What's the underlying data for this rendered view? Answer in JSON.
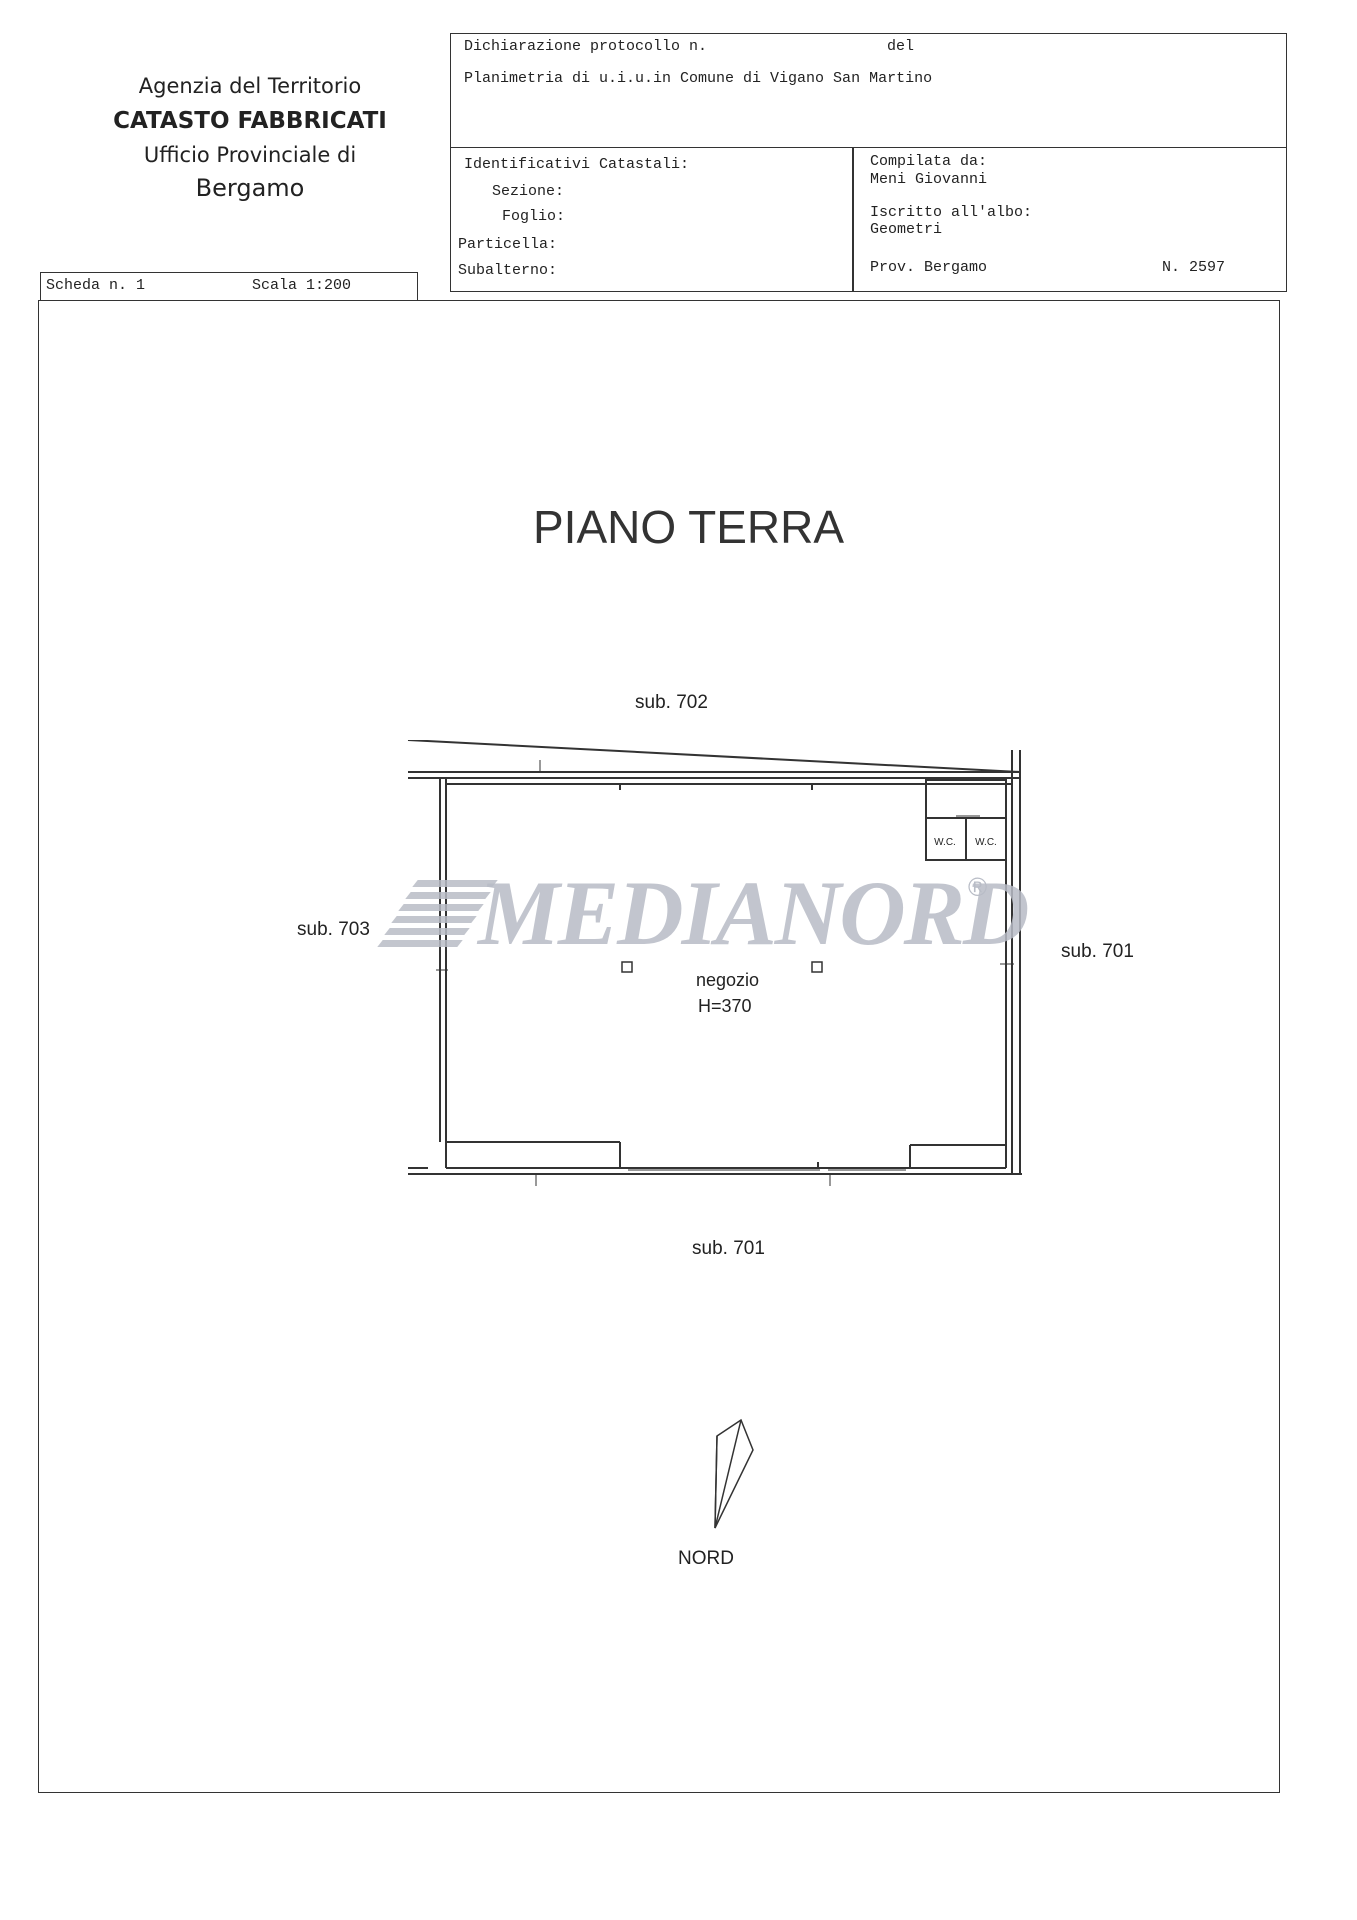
{
  "agency": {
    "line1": "Agenzia del Territorio",
    "line2": "CATASTO FABBRICATI",
    "line3": "Ufficio Provinciale di",
    "line4": "Bergamo"
  },
  "header": {
    "dichiarazione": "Dichiarazione protocollo n.",
    "del": "del",
    "planimetria": "Planimetria di u.i.u.in Comune di Vigano San Martino"
  },
  "identificativi": {
    "title": "Identificativi Catastali:",
    "sezione": "Sezione:",
    "foglio": "Foglio:",
    "particella": "Particella:",
    "subalterno": "Subalterno:"
  },
  "compilata": {
    "label": "Compilata da:",
    "name": "Meni Giovanni",
    "iscritto": "Iscritto all'albo:",
    "albo": "Geometri",
    "prov": "Prov. Bergamo",
    "numero": "N.  2597"
  },
  "scheda": {
    "label": "Scheda n. 1",
    "scala": "Scala 1:200"
  },
  "plan": {
    "title": "PIANO TERRA",
    "sub_north": "sub. 702",
    "sub_west": "sub. 703",
    "sub_east": "sub. 701",
    "sub_south": "sub. 701",
    "room_name": "negozio",
    "room_height": "H=370",
    "wc1": "W.C.",
    "wc2": "W.C.",
    "north_label": "NORD"
  },
  "watermark": {
    "text": "MEDIANORD",
    "mark": "®"
  }
}
